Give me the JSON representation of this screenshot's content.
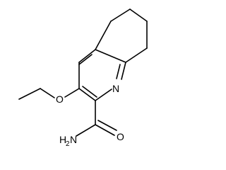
{
  "molecule": {
    "atoms": {
      "O_ethoxy": "O",
      "N_ring": "N",
      "O_carbonyl": "O",
      "N_amide": "H",
      "N_amide_sub": "2",
      "N_amide_tail": "N"
    }
  }
}
